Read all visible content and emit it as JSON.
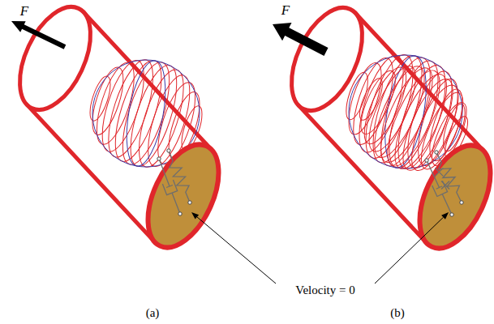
{
  "diagram": {
    "labels": [
      "F",
      "F",
      "Velocity = 0",
      "(a)",
      "(b)"
    ]
  }
}
